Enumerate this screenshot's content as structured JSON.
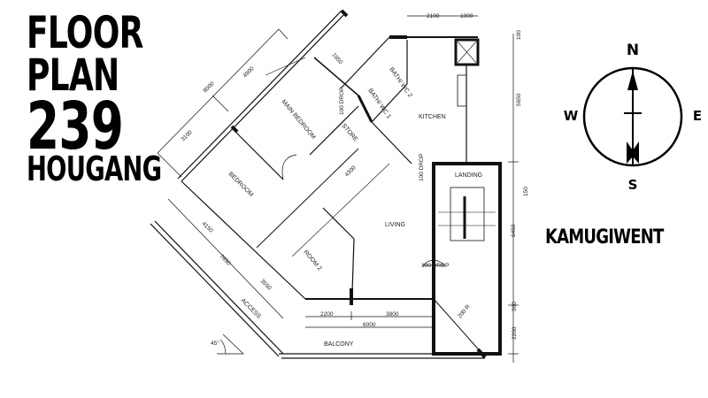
{
  "title": {
    "line1": "FLOOR",
    "line2": "PLAN",
    "line3": "239",
    "line4": "HOUGANG"
  },
  "compass": {
    "n": "N",
    "s": "S",
    "e": "E",
    "w": "W"
  },
  "logo_text": "KAMUGIWENT",
  "rooms": {
    "main_bedroom": "MAIN BEDROOM",
    "bedroom": "BEDROOM",
    "store": "STORE",
    "kitchen": "KITCHEN",
    "bath2": "BATH/ WC 2",
    "bath1": "BATH/ WC 1",
    "landing": "LANDING",
    "living": "LIVING",
    "room2": "ROOM 2",
    "access": "ACCESS",
    "balcony": "BALCONY"
  },
  "dimensions": {
    "d2100": "2100",
    "d1000": "1000",
    "d100a": "100",
    "d5650": "5650",
    "d150": "150",
    "d6450": "6450",
    "d300": "300",
    "d2200r": "2200",
    "d8000": "8000",
    "d4900": "4900",
    "d3100": "3100",
    "d1950": "1950",
    "d4300": "4300",
    "drop1": "100 DROP",
    "drop2": "100 DROP",
    "drop3": "100 DROP",
    "d4150": "4150",
    "d7650": "7650",
    "d3550": "3550",
    "d2200": "2200",
    "d3800": "3800",
    "d6000": "6000",
    "angle": "45°",
    "r": "200 R"
  }
}
